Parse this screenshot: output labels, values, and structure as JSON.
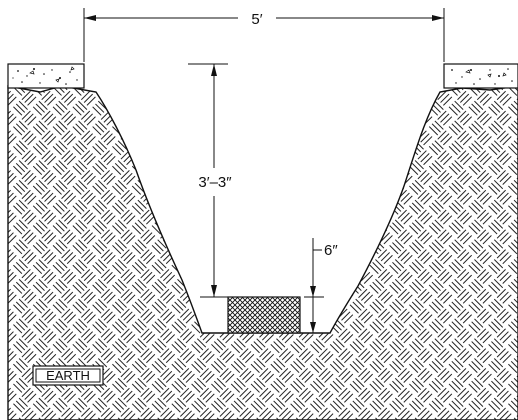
{
  "drawing": {
    "width_label": "5′",
    "depth_label": "3′–3″",
    "bedding_label": "6″",
    "earth_label": "EARTH"
  },
  "colors": {
    "line": "#111111",
    "background": "#ffffff"
  }
}
